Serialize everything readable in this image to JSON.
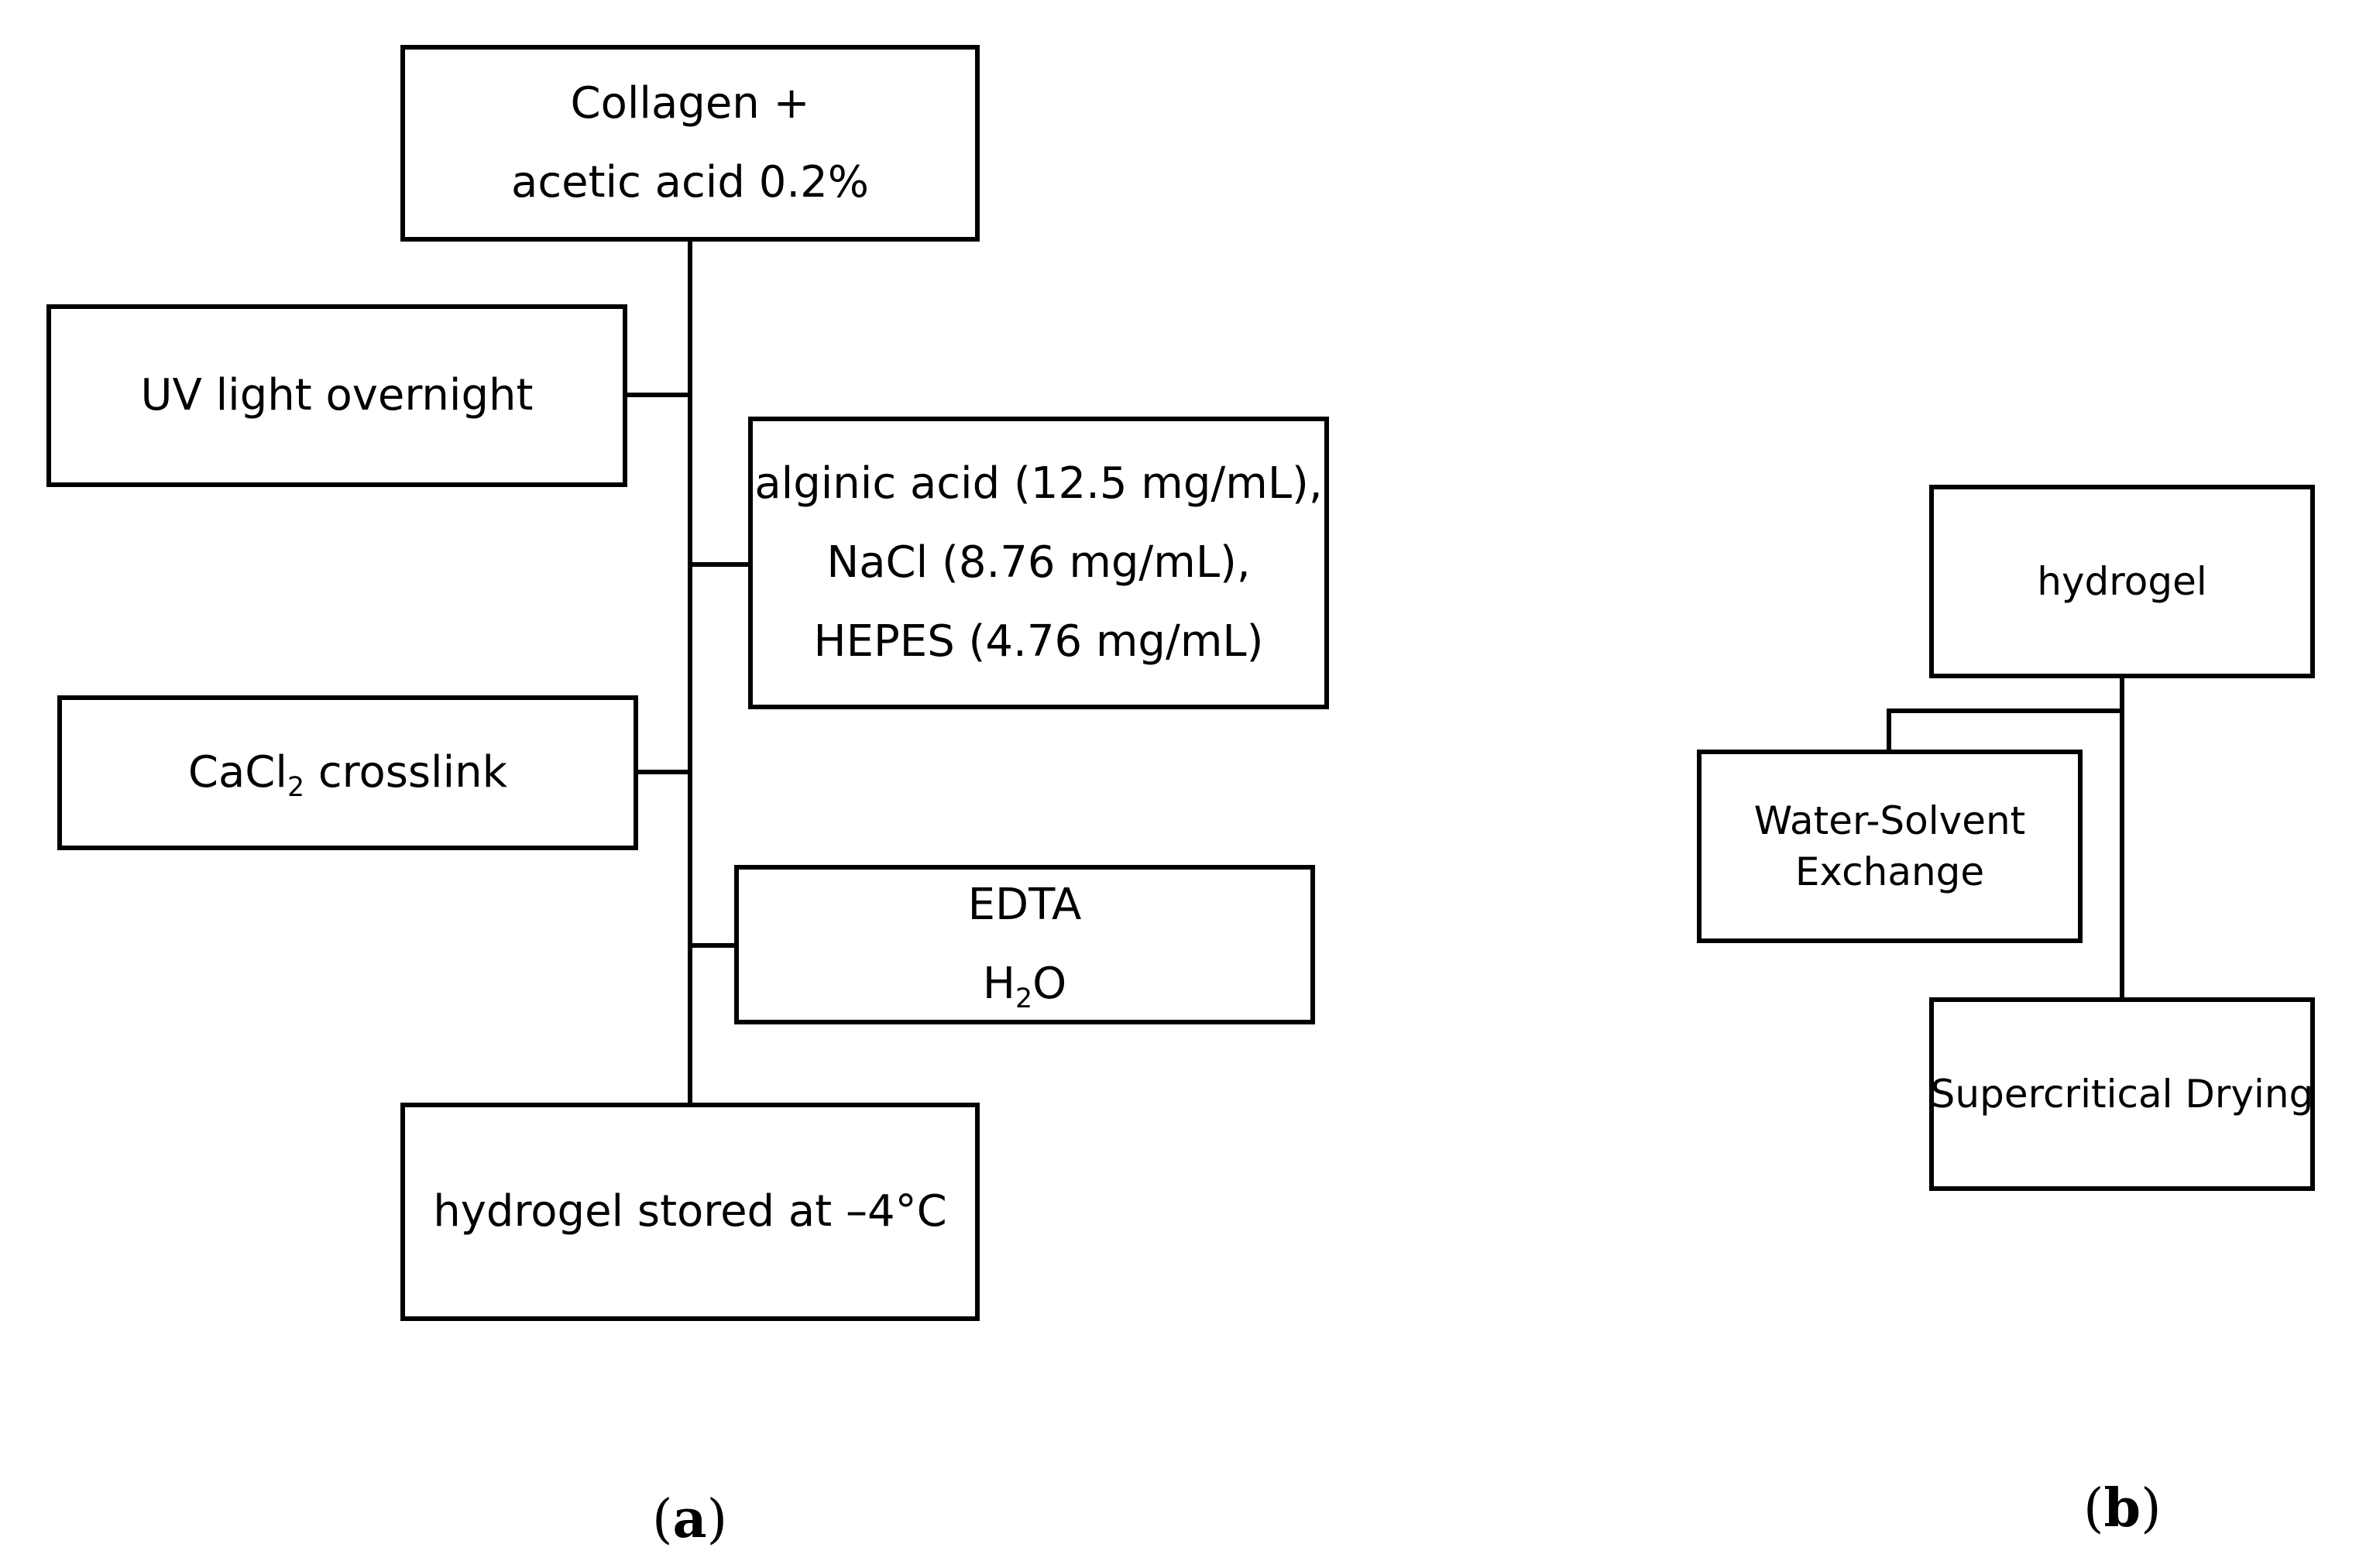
{
  "panel_a": {
    "label": "a",
    "collagen": {
      "line1": "Collagen +",
      "line2": "acetic acid 0.2%"
    },
    "uv": {
      "text": "UV light overnight"
    },
    "alginic": {
      "line1": "alginic acid (12.5 mg/mL),",
      "line2": "NaCl (8.76 mg/mL),",
      "line3": "HEPES (4.76 mg/mL)"
    },
    "cacl2": {
      "prefix": "CaCl",
      "subscript": "2",
      "suffix": " crosslink"
    },
    "edta": {
      "line1": "EDTA",
      "h2o_prefix": "H",
      "h2o_subscript": "2",
      "h2o_suffix": "O"
    },
    "stored": {
      "text": "hydrogel stored at –4°C"
    }
  },
  "panel_b": {
    "label": "b",
    "hydrogel": {
      "text": "hydrogel"
    },
    "water": {
      "line1": "Water-Solvent",
      "line2": "Exchange"
    },
    "supercritical": {
      "text": "Supercritical Drying"
    }
  },
  "colors": {
    "stroke": "#000000",
    "background": "#ffffff"
  }
}
